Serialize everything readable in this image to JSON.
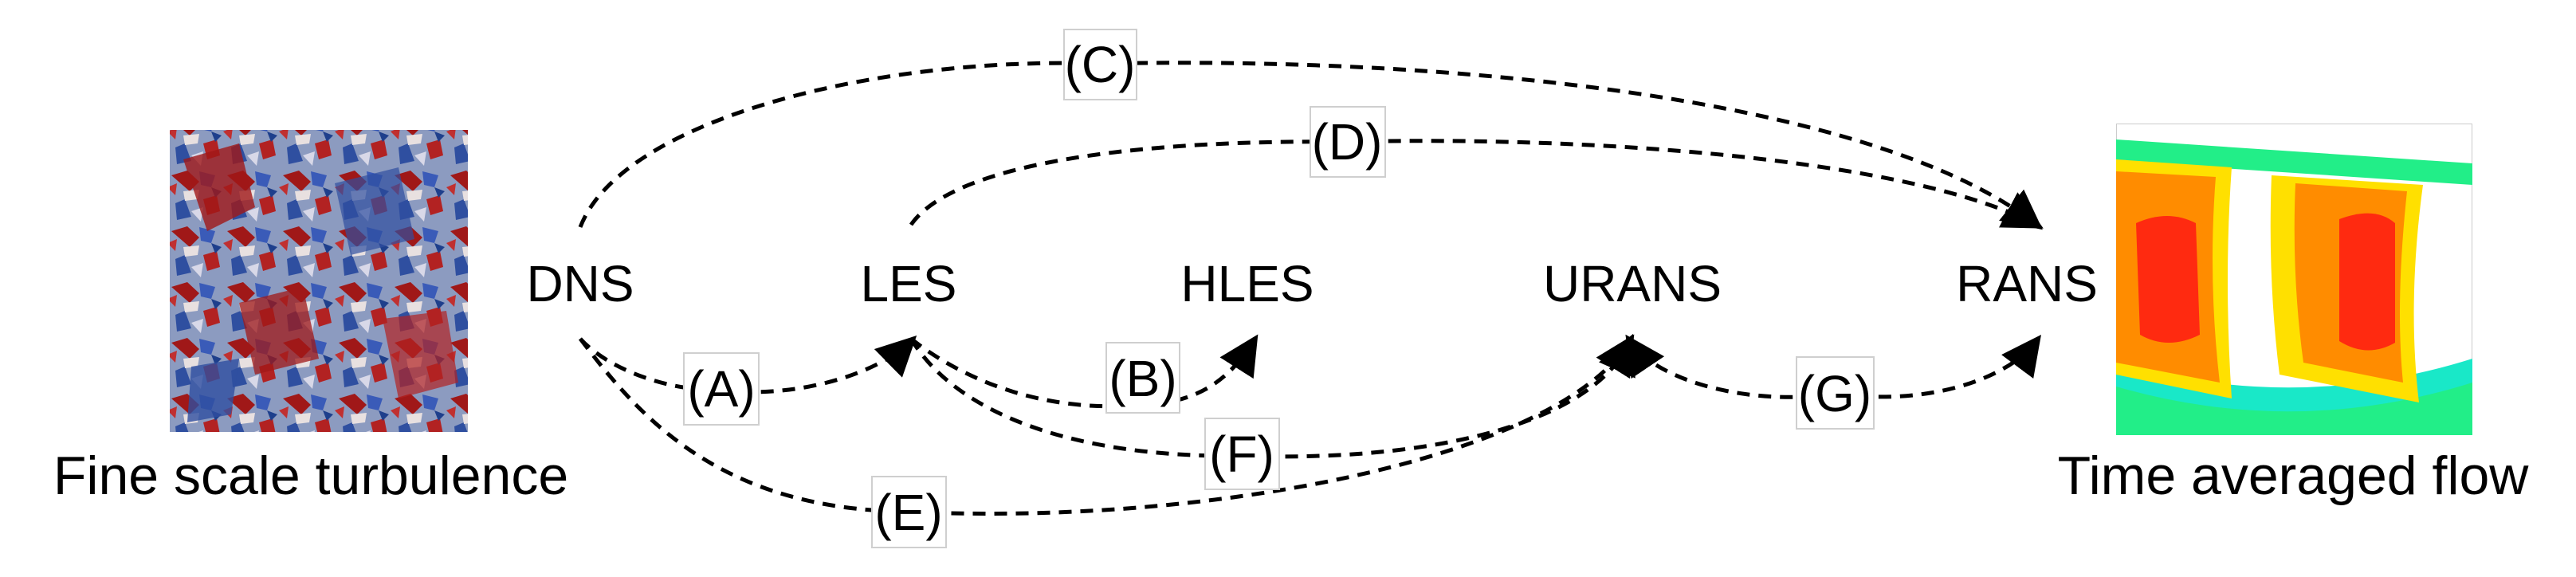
{
  "nodes": {
    "dns": "DNS",
    "les": "LES",
    "hles": "HLES",
    "urans": "URANS",
    "rans": "RANS"
  },
  "captions": {
    "left": "Fine scale turbulence",
    "right": "Time averaged flow"
  },
  "edges": {
    "a": "(A)",
    "b": "(B)",
    "c": "(C)",
    "d": "(D)",
    "e": "(E)",
    "f": "(F)",
    "g": "(G)"
  },
  "colors": {
    "turbulence_red": "#a01818",
    "turbulence_blue": "#2f4fa0",
    "flow_red": "#ff2a10",
    "flow_orange": "#ff8c00",
    "flow_yellow": "#ffe000",
    "flow_cyan": "#19e8c8",
    "flow_green": "#22ee88"
  }
}
